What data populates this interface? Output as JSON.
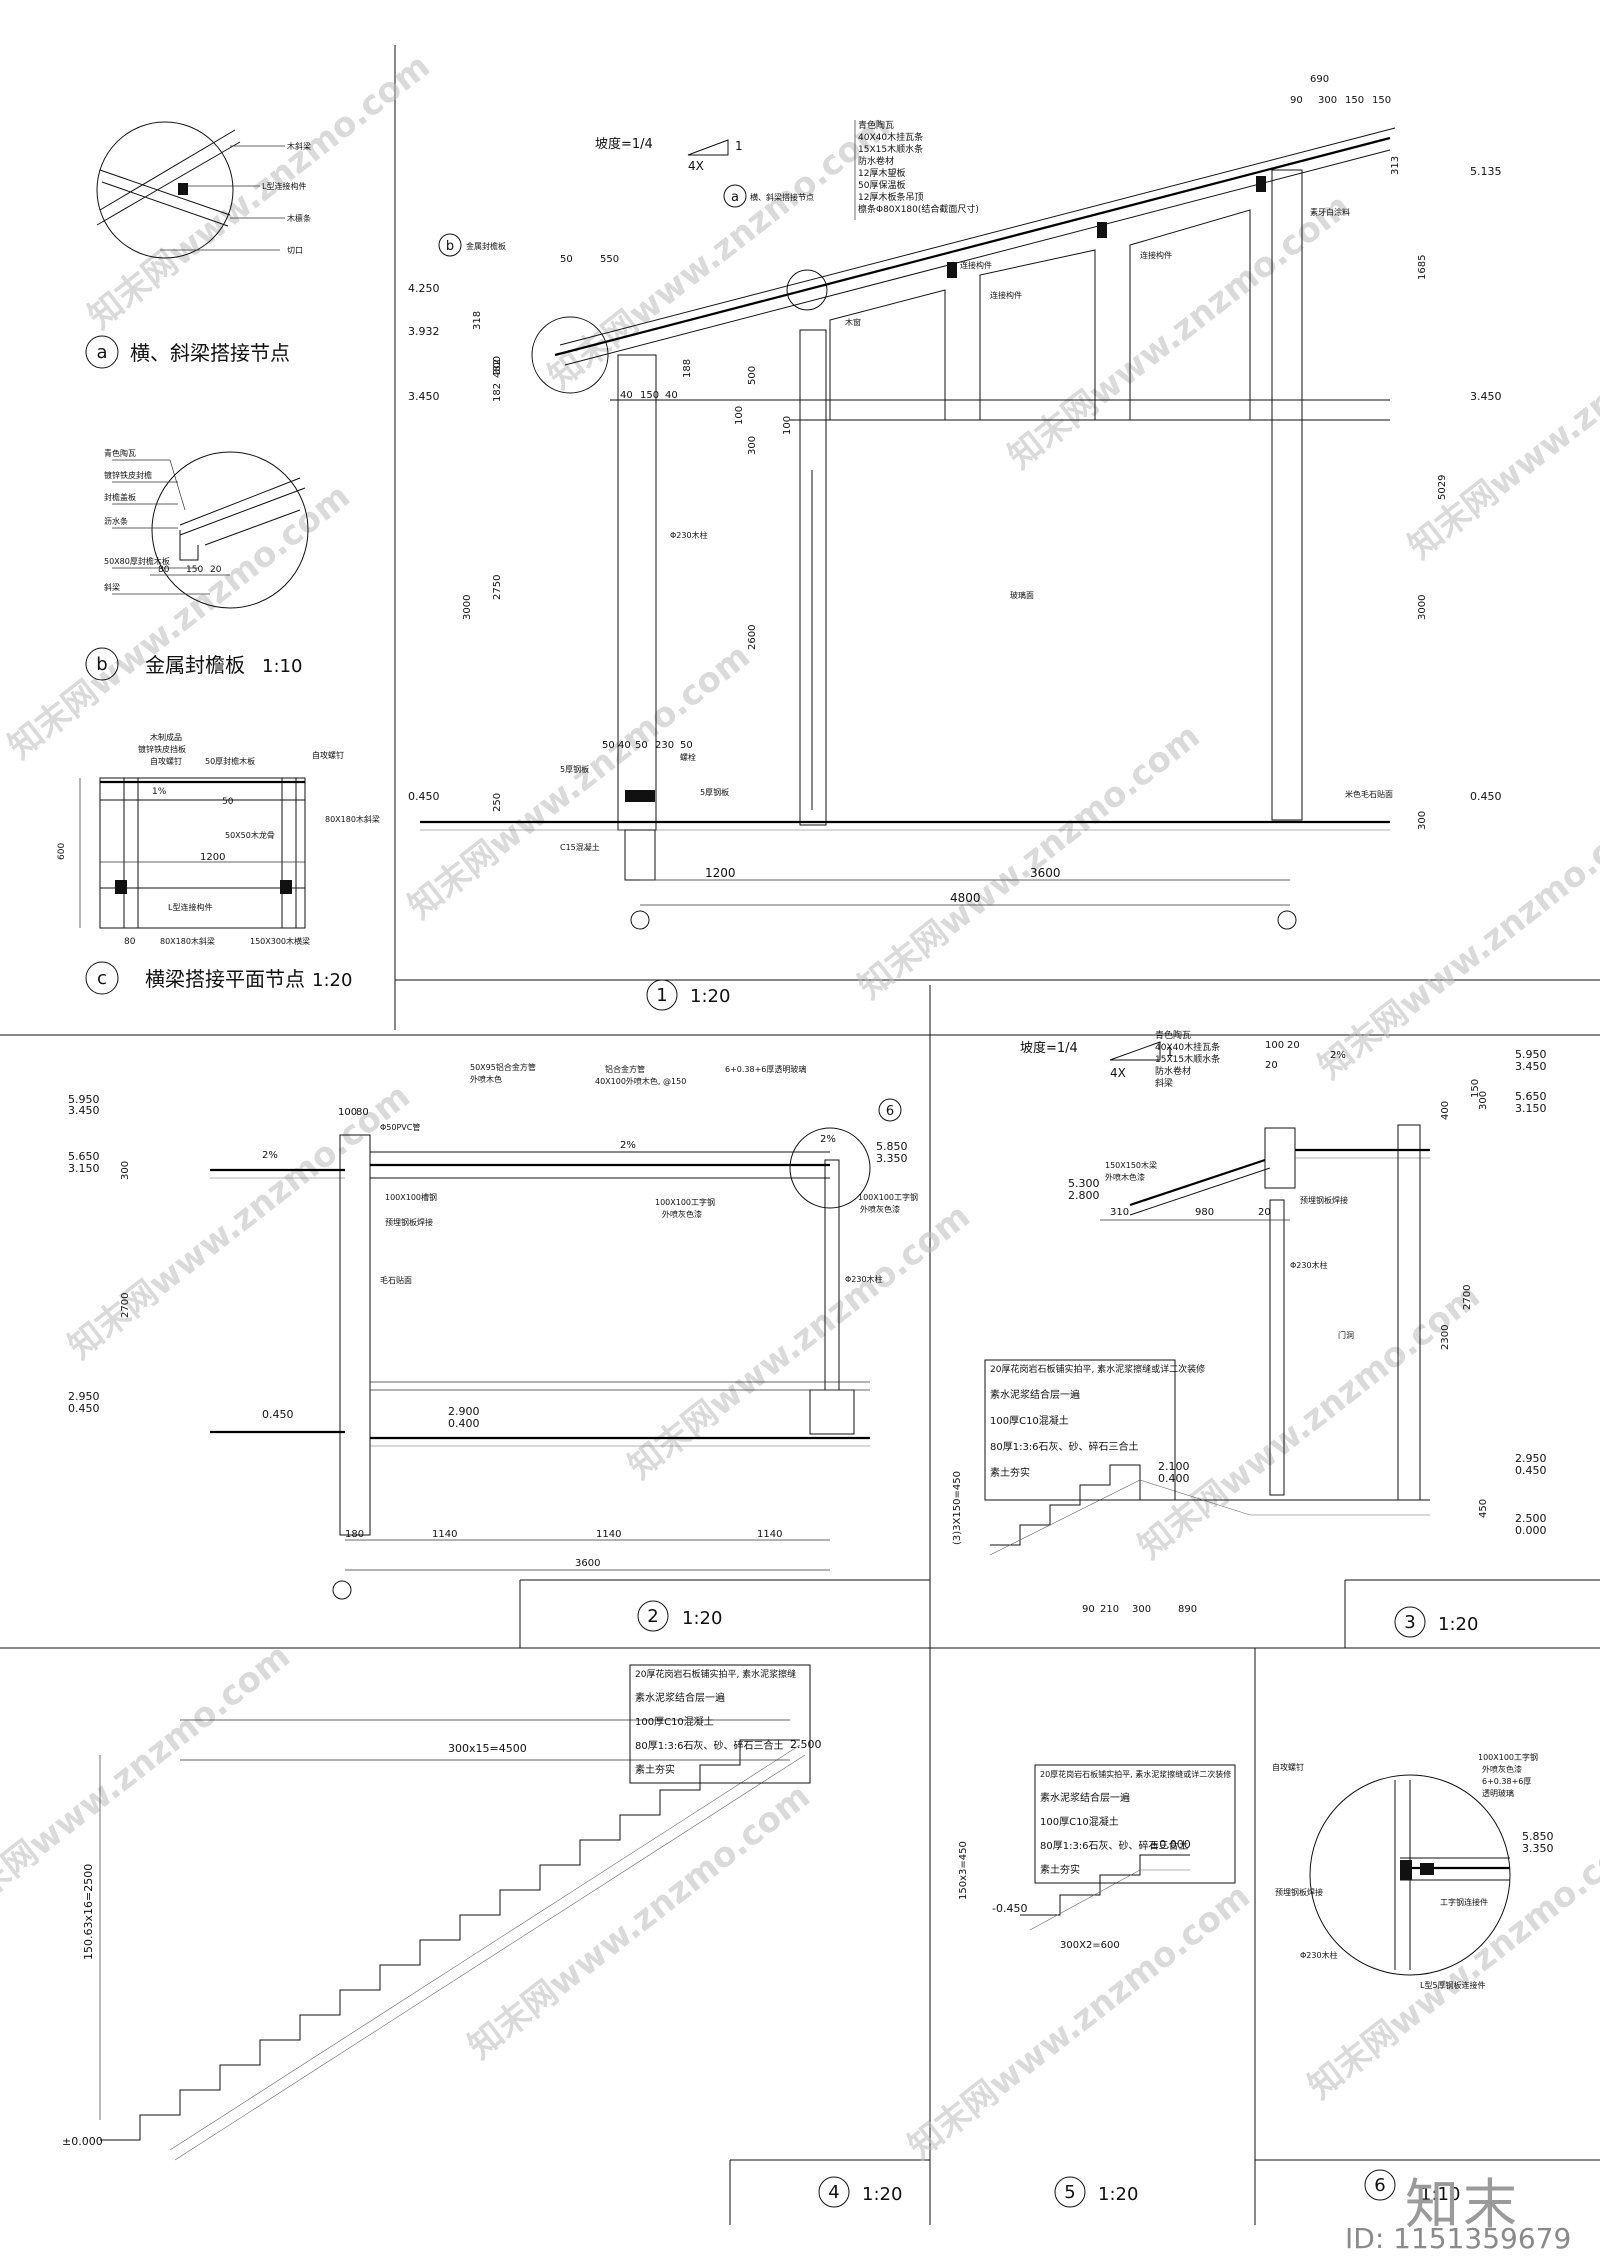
{
  "nodes": {
    "a": {
      "letter": "a",
      "title": "横、斜梁搭接节点",
      "labels": [
        "木斜梁",
        "L型连接构件",
        "木檩条",
        "切口"
      ]
    },
    "b": {
      "letter": "b",
      "title": "金属封檐板",
      "scale": "1:10",
      "labels": [
        "青色陶瓦",
        "镀锌铁皮封檐",
        "封檐盖板",
        "沥水条",
        "50X80厚封檐木板",
        "斜梁"
      ],
      "dims": [
        "80",
        "150",
        "20"
      ]
    },
    "c": {
      "letter": "c",
      "title": "横梁搭接平面节点",
      "scale": "1:20",
      "labels": [
        "木制成品",
        "镀锌铁皮挡板",
        "自攻螺钉",
        "50厚封檐木板",
        "自攻螺钉",
        "50X50木龙骨",
        "80X180木斜梁",
        "L型连接构件",
        "80X180木斜梁",
        "150X300木横梁"
      ],
      "dims": [
        "600",
        "1200",
        "50",
        "1%",
        "80"
      ]
    }
  },
  "section1": {
    "num": "1",
    "scale": "1:20",
    "slope": "坡度=1/4",
    "slope_ratio": "4X",
    "slope_one": "1",
    "layers": [
      "青色陶瓦",
      "40X40木挂瓦条",
      "15X15木顺水条",
      "防水卷材",
      "12厚木望板",
      "50厚保温板",
      "12厚木板条吊顶",
      "檩条Φ80X180(结合截面尺寸)"
    ],
    "callout_a": "a",
    "callout_a_text": "横、斜梁搭接节点",
    "callout_b": "b",
    "callout_b_text": "金属封檐板",
    "levels": [
      "4.250",
      "3.932",
      "3.450",
      "0.450",
      "5.135",
      "3.450",
      "0.450"
    ],
    "dims_left": [
      "318",
      "482",
      "182",
      "300",
      "3000",
      "2750",
      "250"
    ],
    "dims_mid": [
      "500",
      "300",
      "2600",
      "100",
      "100",
      "188"
    ],
    "dims_right": [
      "1685",
      "5029",
      "3000",
      "300",
      "313"
    ],
    "dims_top": [
      "690",
      "90",
      "300",
      "150",
      "150",
      "50",
      "550",
      "40",
      "150",
      "40"
    ],
    "dims_post": [
      "50",
      "40",
      "50",
      "230",
      "50"
    ],
    "dims_bottom": [
      "1200",
      "3600",
      "4800"
    ],
    "labels": [
      "Φ230木柱",
      "木窗",
      "连接构件",
      "连接构件",
      "连接构件",
      "玻璃面",
      "5厚钢板",
      "螺栓",
      "5厚钢板",
      "C15混凝土",
      "素牙白涂料",
      "米色毛石贴面"
    ]
  },
  "section2": {
    "num": "2",
    "scale": "1:20",
    "labels": [
      "50X95铝合金方管",
      "外喷木色",
      "铝合金方管",
      "40X100外喷木色, @150",
      "6+0.38+6厚透明玻璃",
      "Φ50PVC管",
      "100X100槽钢",
      "预埋钢板焊接",
      "100X100工字钢",
      "外喷灰色漆",
      "100X100工字钢",
      "外喷灰色漆",
      "Φ230木柱",
      "毛石贴面"
    ],
    "callout": "6",
    "slope_marks": [
      "2%",
      "2%",
      "2%"
    ],
    "levels": [
      "5.950",
      "3.450",
      "5.650",
      "3.150",
      "5.850",
      "3.350",
      "2.950",
      "0.450",
      "0.450",
      "2.900",
      "0.400"
    ],
    "dims": [
      "300",
      "2700",
      "100",
      "80",
      "180",
      "1140",
      "1140",
      "1140",
      "3600"
    ]
  },
  "section3": {
    "num": "3",
    "scale": "1:20",
    "slope": "坡度=1/4",
    "slope_ratio": "4X",
    "slope_one": "1",
    "layers": [
      "青色陶瓦",
      "40X40木挂瓦条",
      "15X15木顺水条",
      "防水卷材",
      "斜梁"
    ],
    "labels": [
      "150X150木梁",
      "外喷木色漆",
      "预埋钢板焊接",
      "Φ230木柱",
      "门洞"
    ],
    "floor": [
      "20厚花岗岩石板铺实拍平, 素水泥浆擦缝或详二次装修",
      "素水泥浆结合层一遍",
      "100厚C10混凝土",
      "80厚1:3:6石灰、砂、碎石三合土",
      "素土夯实"
    ],
    "levels": [
      "5.950",
      "3.450",
      "5.650",
      "3.150",
      "5.300",
      "2.800",
      "2.100",
      "0.400",
      "2.950",
      "0.450",
      "2.500",
      "0.000"
    ],
    "dims": [
      "300",
      "400",
      "2700",
      "2300",
      "450",
      "310",
      "980",
      "20",
      "100",
      "20",
      "20",
      "2%",
      "150",
      "90",
      "210",
      "300",
      "890",
      "(3)3X150=450"
    ]
  },
  "section4": {
    "num": "4",
    "scale": "1:20",
    "floor": [
      "20厚花岗岩石板铺实拍平, 素水泥浆擦缝",
      "素水泥浆结合层一遍",
      "100厚C10混凝土",
      "80厚1:3:6石灰、砂、碎石三合土",
      "素土夯实"
    ],
    "levels": [
      "2.500",
      "±0.000"
    ],
    "dims": [
      "300x15=4500",
      "150.63x16=2500"
    ]
  },
  "section5": {
    "num": "5",
    "scale": "1:20",
    "floor": [
      "20厚花岗岩石板铺实拍平, 素水泥浆擦缝或详二次装修",
      "素水泥浆结合层一遍",
      "100厚C10混凝土",
      "80厚1:3:6石灰、砂、碎石三合土",
      "素土夯实"
    ],
    "levels": [
      "±0.000",
      "-0.450"
    ],
    "dims": [
      "150x3=450",
      "300X2=600"
    ]
  },
  "section6": {
    "num": "6",
    "scale": "1:10",
    "labels": [
      "自攻螺钉",
      "100X100工字钢",
      "外喷灰色漆",
      "6+0.38+6厚",
      "透明玻璃",
      "预埋钢板焊接",
      "工字钢连接件",
      "L型5厚钢板连接件",
      "Φ230木柱"
    ],
    "levels": [
      "5.850",
      "3.350"
    ]
  },
  "footer": {
    "brand": "知末",
    "id": "ID: 1151359679"
  }
}
